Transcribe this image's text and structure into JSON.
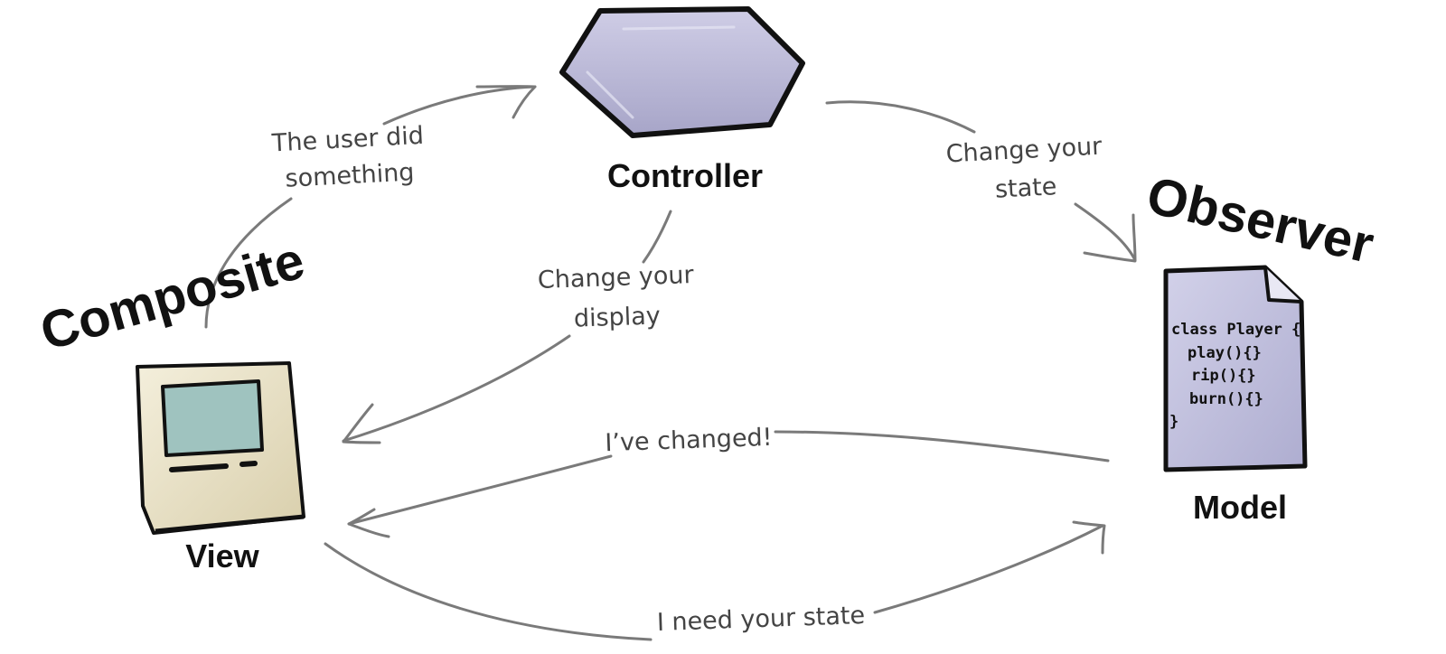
{
  "nodes": {
    "controller": {
      "label": "Controller",
      "icon": "hexagon-icon"
    },
    "view": {
      "label": "View",
      "icon": "computer-icon"
    },
    "model": {
      "label": "Model",
      "icon": "document-icon",
      "code": [
        "class Player {",
        "play(){}",
        "rip(){}",
        "burn(){}",
        "}"
      ]
    }
  },
  "patterns": {
    "composite": "Composite",
    "observer": "Observer"
  },
  "edges": {
    "view_to_controller": "The user did\nsomething",
    "controller_to_model": "Change your\nstate",
    "controller_to_view": "Change your\ndisplay",
    "model_to_view": "I’ve changed!",
    "view_to_model": "I need your state"
  },
  "colors": {
    "arrow": "#7a7a7a",
    "outline": "#111111",
    "hexagon_fill": "#b9b7d6",
    "document_fill": "#c4c3df",
    "computer_body": "#ece6cf",
    "computer_screen": "#9fc3bf",
    "text": "#111111",
    "edge_text": "#444444"
  }
}
